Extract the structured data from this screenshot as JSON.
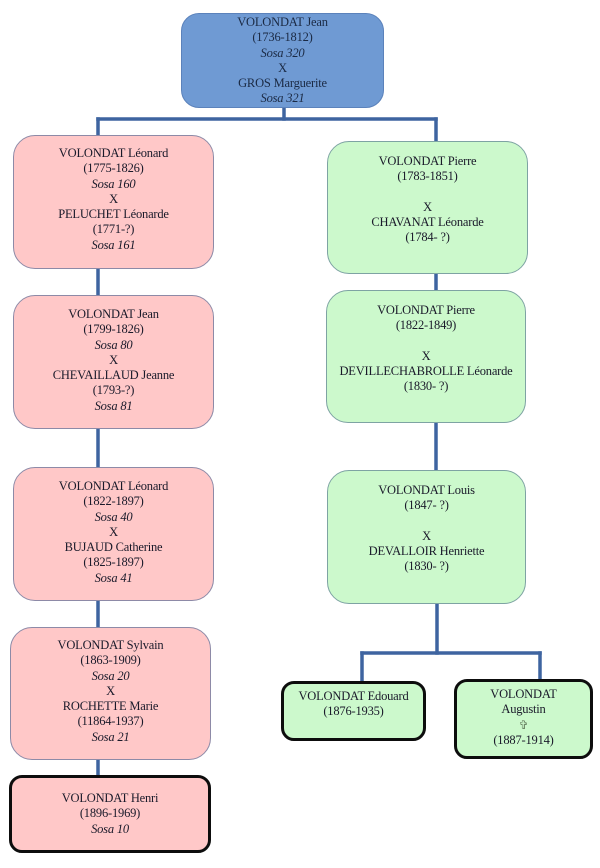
{
  "diagram": {
    "type": "family-tree",
    "colors": {
      "root_fill": "#6f9ad3",
      "left_branch_fill": "#ffc8c8",
      "right_branch_fill": "#ccf9cc",
      "connector": "#3e64a0"
    },
    "root": {
      "husband": "VOLONDAT Jean",
      "husband_dates": "(1736-1812)",
      "husband_sosa": "Sosa 320",
      "marriage": "X",
      "wife": "GROS Marguerite",
      "wife_sosa": "Sosa 321"
    },
    "left_branch": [
      {
        "husband": "VOLONDAT Léonard",
        "husband_dates": "(1775-1826)",
        "husband_sosa": "Sosa 160",
        "marriage": "X",
        "wife": "PELUCHET Léonarde",
        "wife_dates": "(1771-?)",
        "wife_sosa": "Sosa 161"
      },
      {
        "husband": "VOLONDAT Jean",
        "husband_dates": "(1799-1826)",
        "husband_sosa": "Sosa 80",
        "marriage": "X",
        "wife": "CHEVAILLAUD Jeanne",
        "wife_dates": "(1793-?)",
        "wife_sosa": "Sosa 81"
      },
      {
        "husband": "VOLONDAT Léonard",
        "husband_dates": "(1822-1897)",
        "husband_sosa": "Sosa 40",
        "marriage": "X",
        "wife": "BUJAUD Catherine",
        "wife_dates": "(1825-1897)",
        "wife_sosa": "Sosa 41"
      },
      {
        "husband": "VOLONDAT Sylvain",
        "husband_dates": "(1863-1909)",
        "husband_sosa": "Sosa 20",
        "marriage": "X",
        "wife": "ROCHETTE Marie",
        "wife_dates": "(11864-1937)",
        "wife_sosa": "Sosa 21"
      },
      {
        "person": "VOLONDAT Henri",
        "dates": "(1896-1969)",
        "sosa": "Sosa 10"
      }
    ],
    "right_branch": [
      {
        "husband": "VOLONDAT Pierre",
        "husband_dates": "(1783-1851)",
        "marriage": "X",
        "wife": "CHAVANAT Léonarde",
        "wife_dates": "(1784- ?)"
      },
      {
        "husband": "VOLONDAT Pierre",
        "husband_dates": "(1822-1849)",
        "marriage": "X",
        "wife": "DEVILLECHABROLLE Léonarde",
        "wife_dates": "(1830- ?)"
      },
      {
        "husband": "VOLONDAT Louis",
        "husband_dates": "(1847- ?)",
        "marriage": "X",
        "wife": "DEVALLOIR Henriette",
        "wife_dates": "(1830- ?)"
      }
    ],
    "children": [
      {
        "person": "VOLONDAT Edouard",
        "dates": "(1876-1935)"
      },
      {
        "person_line1": "VOLONDAT",
        "person_line2": "Augustin",
        "icon": "cross-icon",
        "icon_glyph": "✞",
        "dates": "(1887-1914)"
      }
    ]
  }
}
